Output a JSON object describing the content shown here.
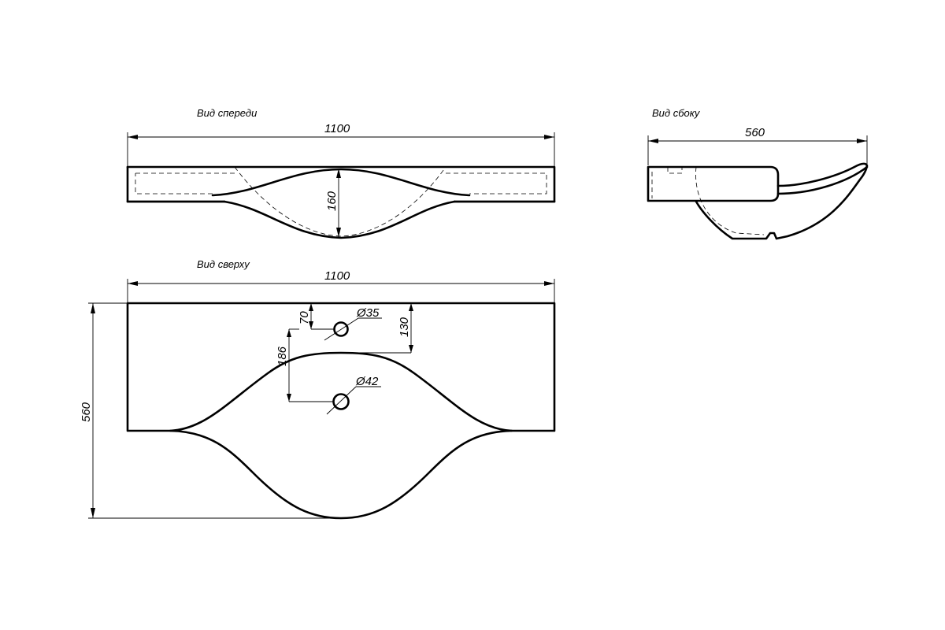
{
  "views": {
    "front": {
      "title": "Вид спереди",
      "width_dim": "1100",
      "depth_dim": "160"
    },
    "side": {
      "title": "Вид сбоку",
      "width_dim": "560"
    },
    "top": {
      "title": "Вид сверху",
      "width_dim": "1100",
      "depth_dim": "560",
      "offset_70": "70",
      "offset_130": "130",
      "offset_186": "186",
      "hole_small": "Ø35",
      "hole_large": "Ø42"
    }
  }
}
